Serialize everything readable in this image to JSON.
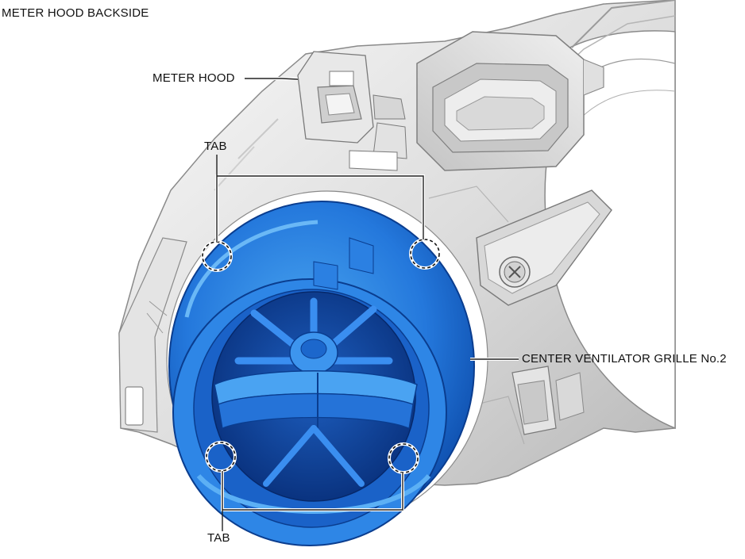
{
  "figure_title": "METER HOOD BACKSIDE",
  "callouts": {
    "meter_hood": "METER HOOD",
    "tab_upper": "TAB",
    "tab_lower": "TAB",
    "center_ventilator_grille": "CENTER VENTILATOR GRILLE No.2"
  },
  "colors": {
    "hood_light": "#f2f2f2",
    "hood_mid": "#d4d4d4",
    "hood_dark": "#a9a9a9",
    "hood_edge": "#7a7a7a",
    "grille_light": "#3d9be9",
    "grille_mid": "#1f6fd6",
    "grille_dark": "#0b3f9c",
    "leader_line": "#222222"
  }
}
